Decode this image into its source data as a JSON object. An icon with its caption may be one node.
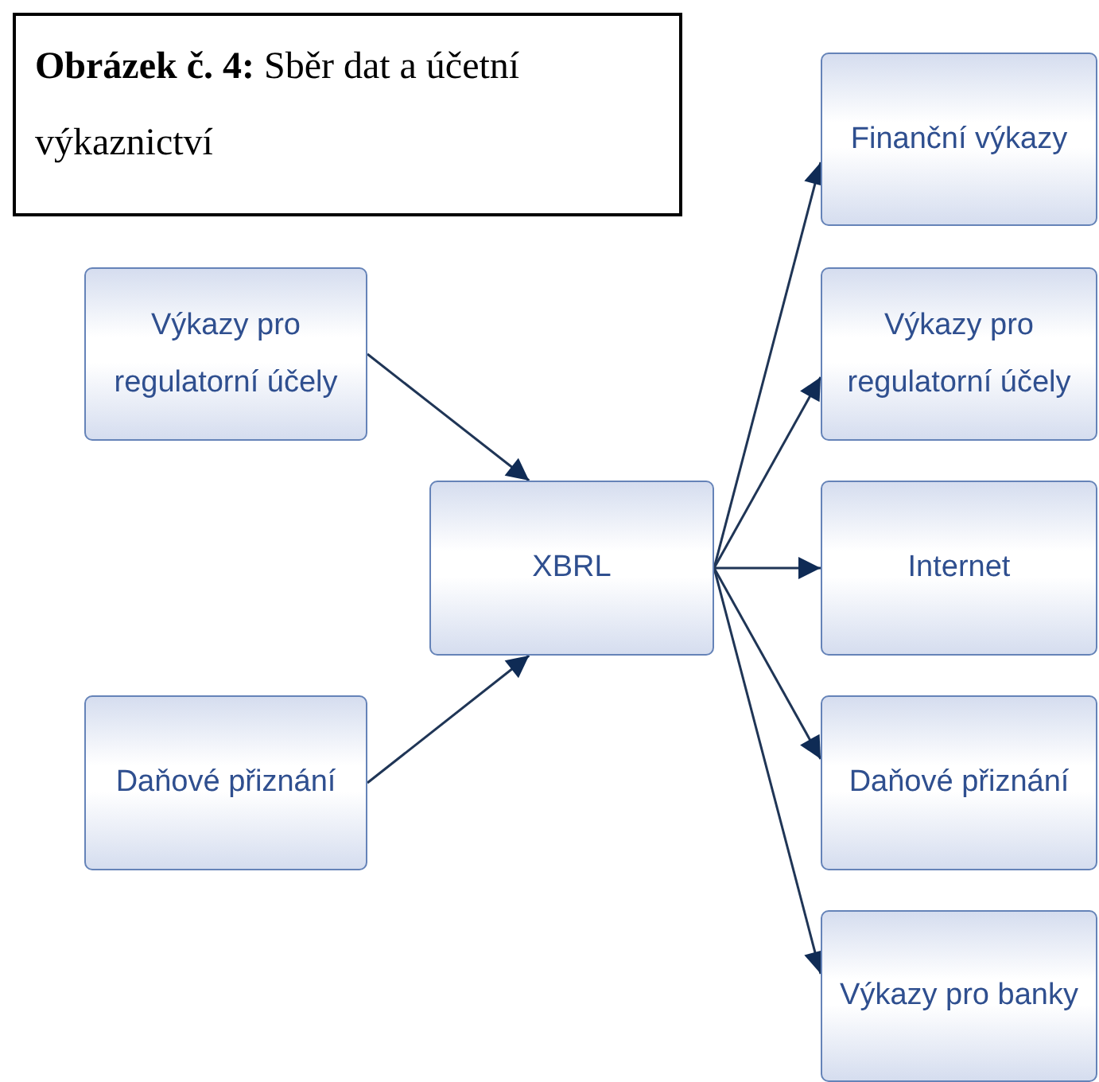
{
  "diagram": {
    "title": "**Obrázek č. 4:** Sběr dat a účetní výkaznictví",
    "nodes": [
      {
        "text": [
          "Výkazy pro regulatorní účely"
        ]
      },
      {
        "text": [
          "Daňové přiznání"
        ]
      },
      {
        "text": [
          "XBRL"
        ]
      },
      {
        "text": [
          "Finanční výkazy"
        ]
      },
      {
        "text": [
          "Výkazy pro regulatorní účely"
        ]
      },
      {
        "text": [
          "Internet"
        ]
      },
      {
        "text": [
          "Daňové přiznání"
        ]
      },
      {
        "text": [
          "Výkazy pro banky"
        ]
      }
    ],
    "edges": [
      {
        "from": 0,
        "to": 2,
        "arrow": "to"
      },
      {
        "from": 1,
        "to": 2,
        "arrow": "to"
      },
      {
        "from": 2,
        "to": 3,
        "arrow": "to"
      },
      {
        "from": 2,
        "to": 4,
        "arrow": "to"
      },
      {
        "from": 2,
        "to": 5,
        "arrow": "to"
      },
      {
        "from": 2,
        "to": 6,
        "arrow": "to"
      },
      {
        "from": 2,
        "to": 7,
        "arrow": "to"
      }
    ]
  }
}
